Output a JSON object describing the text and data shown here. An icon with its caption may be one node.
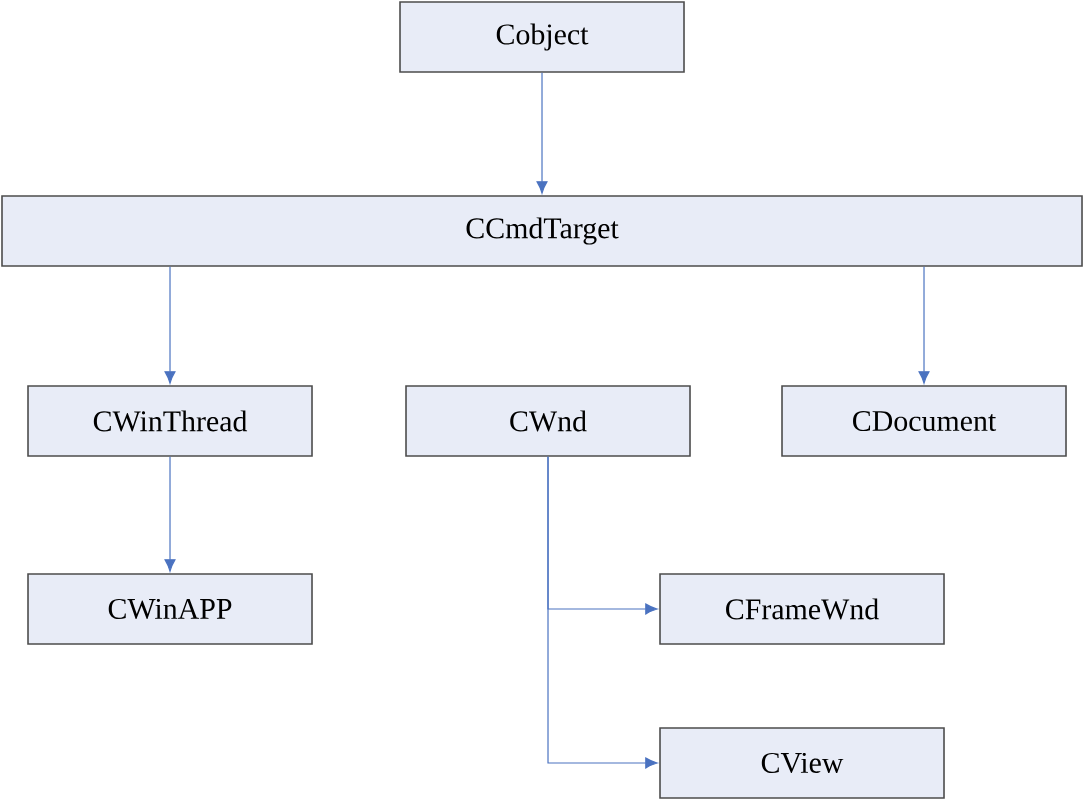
{
  "diagram": {
    "nodes": [
      {
        "text": [
          "Cobject"
        ]
      },
      {
        "text": [
          "CCmdTarget"
        ]
      },
      {
        "text": [
          "CWinThread"
        ]
      },
      {
        "text": [
          "CWnd"
        ]
      },
      {
        "text": [
          "CDocument"
        ]
      },
      {
        "text": [
          "CWinAPP"
        ]
      },
      {
        "text": [
          "CFrameWnd"
        ]
      },
      {
        "text": [
          "CView"
        ]
      }
    ],
    "edges": [
      {
        "from": 0,
        "to": 1,
        "arrow": "to"
      },
      {
        "from": 1,
        "to": 2,
        "arrow": "to"
      },
      {
        "from": 1,
        "to": 4,
        "arrow": "to"
      },
      {
        "from": 2,
        "to": 5,
        "arrow": "to"
      },
      {
        "from": 3,
        "to": 6,
        "arrow": "to"
      },
      {
        "from": 3,
        "to": 7,
        "arrow": "to"
      }
    ]
  }
}
